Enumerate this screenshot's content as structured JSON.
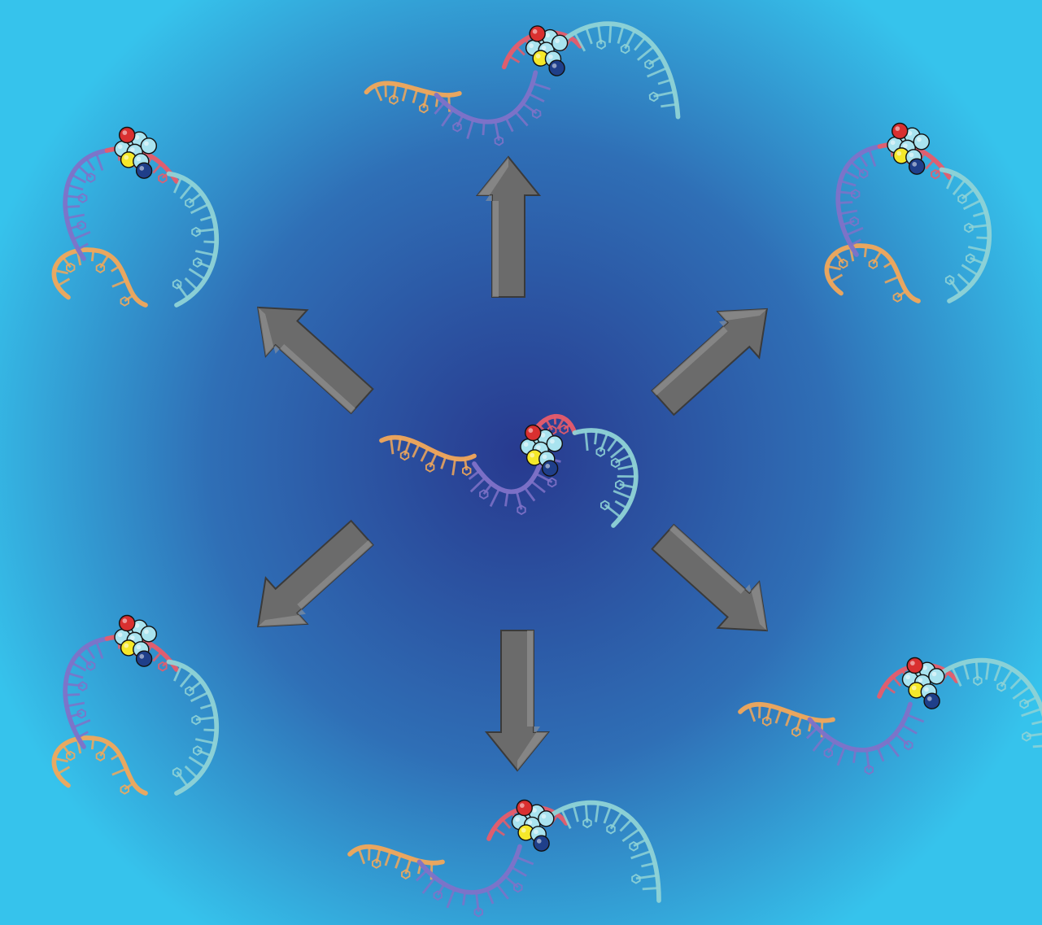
{
  "figure": {
    "background": {
      "center_color": "#283a8f",
      "mid_color": "#2f6fb6",
      "edge_color": "#36c3ec"
    },
    "arrow_color": "#6b6b6b",
    "arrow_directions": [
      "up",
      "up-right",
      "down-right",
      "down",
      "down-left",
      "up-left"
    ],
    "structure_palette": {
      "segment_orange": "#f2a85a",
      "segment_purple": "#7f72c8",
      "segment_red": "#e85c6a",
      "segment_teal": "#8fd3d6",
      "sphere_light": "#a9e3ef",
      "sphere_yellow": "#f5e82a",
      "sphere_red": "#d93030",
      "sphere_navy": "#1f3f8a"
    },
    "structures": [
      {
        "id": "center",
        "shape": "central-extended"
      },
      {
        "id": "top",
        "shape": "extended"
      },
      {
        "id": "top-right",
        "shape": "folded"
      },
      {
        "id": "bottom-right",
        "shape": "extended"
      },
      {
        "id": "bottom",
        "shape": "extended"
      },
      {
        "id": "bottom-left",
        "shape": "folded"
      },
      {
        "id": "top-left",
        "shape": "folded"
      }
    ]
  }
}
